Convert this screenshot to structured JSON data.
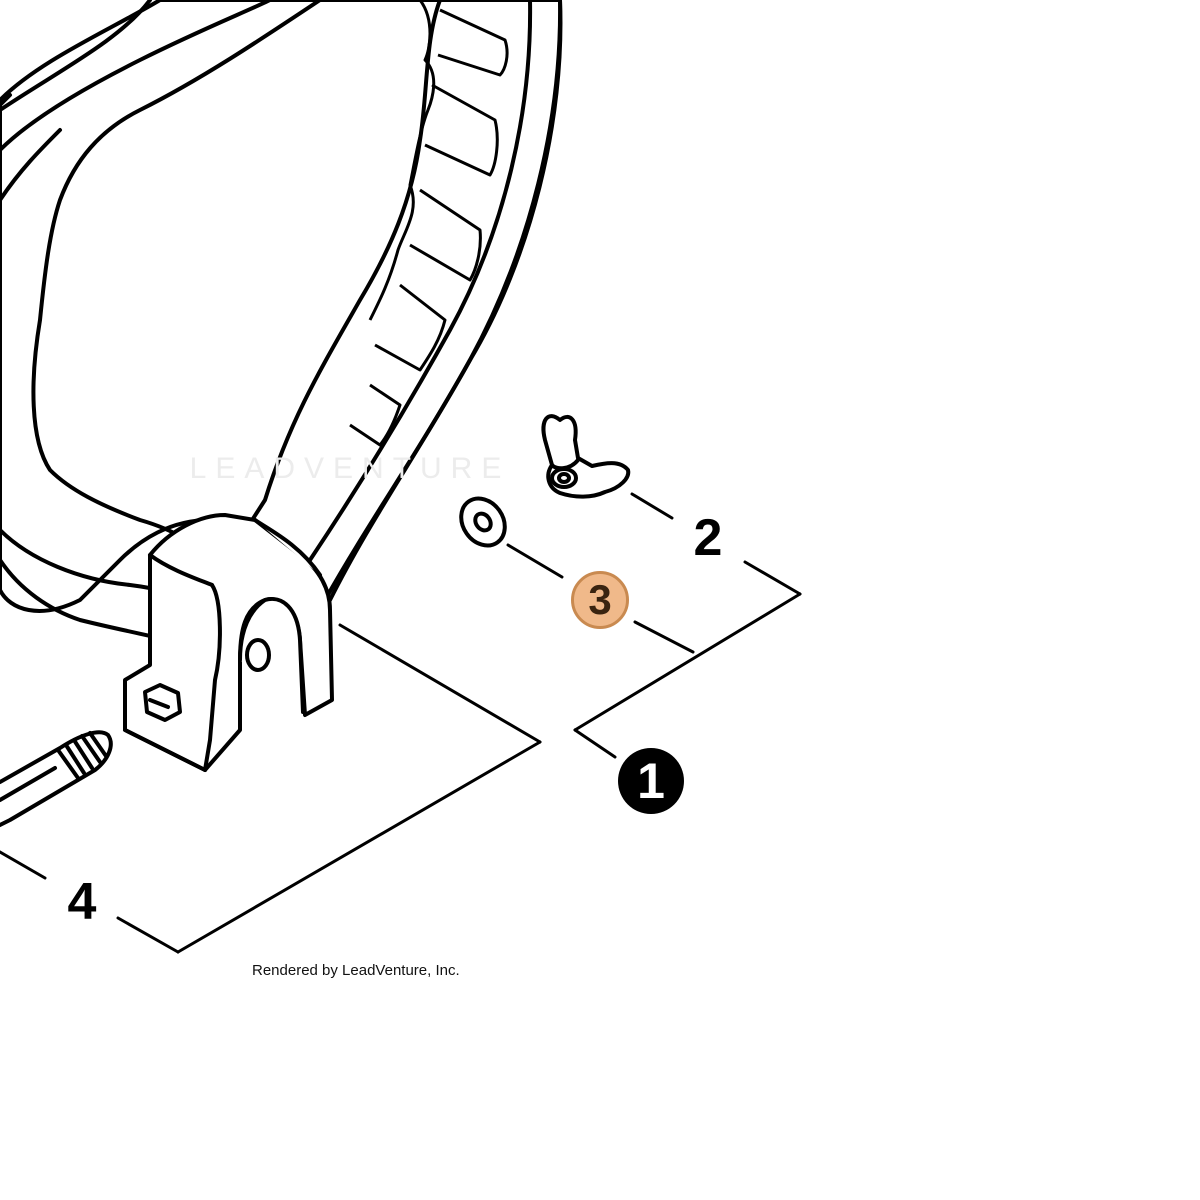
{
  "diagram": {
    "watermark": "LEADVENTURE",
    "footer": "Rendered by LeadVenture, Inc.",
    "callouts": {
      "part1": "1",
      "part2": "2",
      "part3": "3",
      "part4": "4"
    },
    "highlight_color": "#f0b98a",
    "line_color": "#000000"
  }
}
